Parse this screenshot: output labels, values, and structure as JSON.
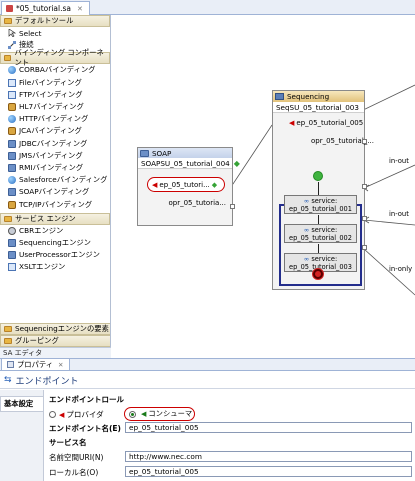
{
  "editor_tab": {
    "title": "*05_tutorial.sa",
    "close": "✕"
  },
  "palette": {
    "categories": [
      {
        "label": "デフォルトツール",
        "items": [
          {
            "label": "Select",
            "icon": "cursor-icon"
          },
          {
            "label": "接続",
            "icon": "connection-icon"
          }
        ]
      },
      {
        "label": "バインディング コンポーネント",
        "items": [
          {
            "label": "CORBAバインディング",
            "icon": "globe-icon"
          },
          {
            "label": "Fileバインディング",
            "icon": "file-icon"
          },
          {
            "label": "FTPバインディング",
            "icon": "file-icon"
          },
          {
            "label": "HL7バインディング",
            "icon": "plug-icon"
          },
          {
            "label": "HTTPバインディング",
            "icon": "globe-icon"
          },
          {
            "label": "JCAバインディング",
            "icon": "plug-icon"
          },
          {
            "label": "JDBCバインディング",
            "icon": "plain-icon"
          },
          {
            "label": "JMSバインディング",
            "icon": "plain-icon"
          },
          {
            "label": "RMIバインディング",
            "icon": "plain-icon"
          },
          {
            "label": "Salesforceバインディング",
            "icon": "globe-icon"
          },
          {
            "label": "SOAPバインディング",
            "icon": "plain-icon"
          },
          {
            "label": "TCP/IPバインディング",
            "icon": "plug-icon"
          }
        ]
      },
      {
        "label": "サービス エンジン",
        "items": [
          {
            "label": "CBRエンジン",
            "icon": "gear-icon"
          },
          {
            "label": "Sequencingエンジン",
            "icon": "plain-icon"
          },
          {
            "label": "UserProcessorエンジン",
            "icon": "plain-icon"
          },
          {
            "label": "XSLTエンジン",
            "icon": "file-icon"
          }
        ]
      }
    ],
    "tail_categories": [
      "Sequencingエンジンの要素",
      "グルーピング"
    ],
    "footer": "SA エディタ"
  },
  "canvas": {
    "soap": {
      "header": "SOAP",
      "su": "SOAPSU_05_tutorial_004",
      "endpoint": "ep_05_tutori...",
      "operation": "opr_05_tutoria..."
    },
    "sequencing": {
      "header": "Sequencing",
      "su": "SeqSU_05_tutorial_003",
      "endpoint": "ep_05_tutorial_005",
      "operation": "opr_05_tutorial_...",
      "services": [
        {
          "label": "service:",
          "name": "ep_05_tutorial_001"
        },
        {
          "label": "service:",
          "name": "ep_05_tutorial_002"
        },
        {
          "label": "service:",
          "name": "ep_05_tutorial_003"
        }
      ]
    },
    "edge_labels": [
      "in-out",
      "in-out",
      "in-only"
    ]
  },
  "properties": {
    "tab": "プロパティ",
    "title": "エンドポイント",
    "side_tab": "基本設定",
    "section_role": "エンドポイントロール",
    "role_provider": "プロバイダ",
    "role_consumer": "コンシューマ",
    "endpoint_name_label": "エンドポイント名(E)",
    "endpoint_name_value": "ep_05_tutorial_005",
    "service_name_heading": "サービス名",
    "namespace_label": "名前空間URI(N)",
    "namespace_value": "http://www.nec.com",
    "local_name_label": "ローカル名(O)",
    "local_name_value": "ep_05_tutorial_005"
  }
}
